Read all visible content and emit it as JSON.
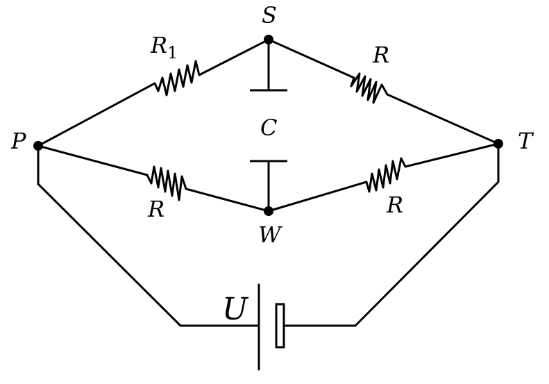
{
  "labels": {
    "node_s": "S",
    "node_p": "P",
    "node_t": "T",
    "node_w": "W",
    "capacitor": "C",
    "source": "U",
    "resistor_ps": "R",
    "resistor_ps_sub": "1",
    "resistor_st": "R",
    "resistor_pw": "R",
    "resistor_wt": "R"
  }
}
